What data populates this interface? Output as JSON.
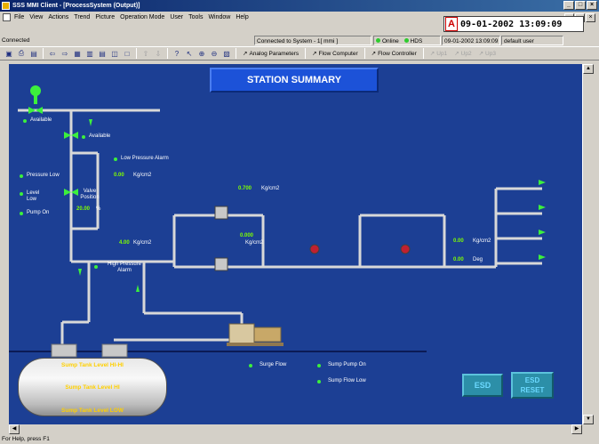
{
  "window": {
    "title": "SSS MMI Client - [ProcessSystem (Output)]"
  },
  "menu": [
    "File",
    "View",
    "Actions",
    "Trend",
    "Picture",
    "Operation Mode",
    "User",
    "Tools",
    "Window",
    "Help"
  ],
  "clock": {
    "alarm_letter": "A",
    "datetime": "09-01-2002 13:09:09"
  },
  "status": {
    "connected": "Connected",
    "system": "Connected to System - 1[ mmi ]",
    "online": "Online",
    "hds": "HDS",
    "timestamp": "09-01-2002 13:09:09",
    "user": "default user"
  },
  "toolbar": {
    "analog_parameters": "Analog Parameters",
    "flow_computer": "Flow Computer",
    "flow_controller": "Flow Controller",
    "disabled1": "Up1",
    "disabled2": "Up2",
    "disabled3": "Up3"
  },
  "screen": {
    "banner": "STATION SUMMARY",
    "labels": {
      "available1": "Available",
      "available2": "Available",
      "low_pressure_alarm": "Low Pressure Alarm",
      "pressure_low": "Pressure Low",
      "level_low": "Level Low",
      "valve_position": "Valve Position",
      "pump_on": "Pump On",
      "high_pressure_alarm": "High Pressure Alarm",
      "surge_flow": "Surge Flow",
      "sump_pump_on": "Sump Pump On",
      "sump_flow_low": "Sump Flow Low"
    },
    "values": {
      "lp_value": "0.00",
      "lp_unit": "Kg/cm2",
      "valve_value": "20.00",
      "valve_unit": "%",
      "header_value": "4.00",
      "header_unit": "Kg/cm2",
      "meter1_value": "0.700",
      "meter1_unit": "Kg/cm2",
      "meter2_value": "0.000",
      "meter2_unit": "Kg/cm2",
      "out_pressure_value": "0.00",
      "out_pressure_unit": "Kg/cm2",
      "out_temp_value": "0.00",
      "out_temp_unit": "Deg"
    },
    "tank": {
      "hi_hi": "Sump Tank Level HI-HI",
      "high": "Sump Tank Level HI",
      "low": "Sump Tank Level LOW"
    },
    "buttons": {
      "esd": "ESD",
      "esd_reset": "ESD RESET"
    }
  },
  "statusbar": {
    "help": "For Help, press F1"
  },
  "colors": {
    "background": "#1c3f94",
    "pipe": "#d8d8d8",
    "indicator": "#3cf03c",
    "value": "#7fff00",
    "esd": "#2c8fa8"
  }
}
